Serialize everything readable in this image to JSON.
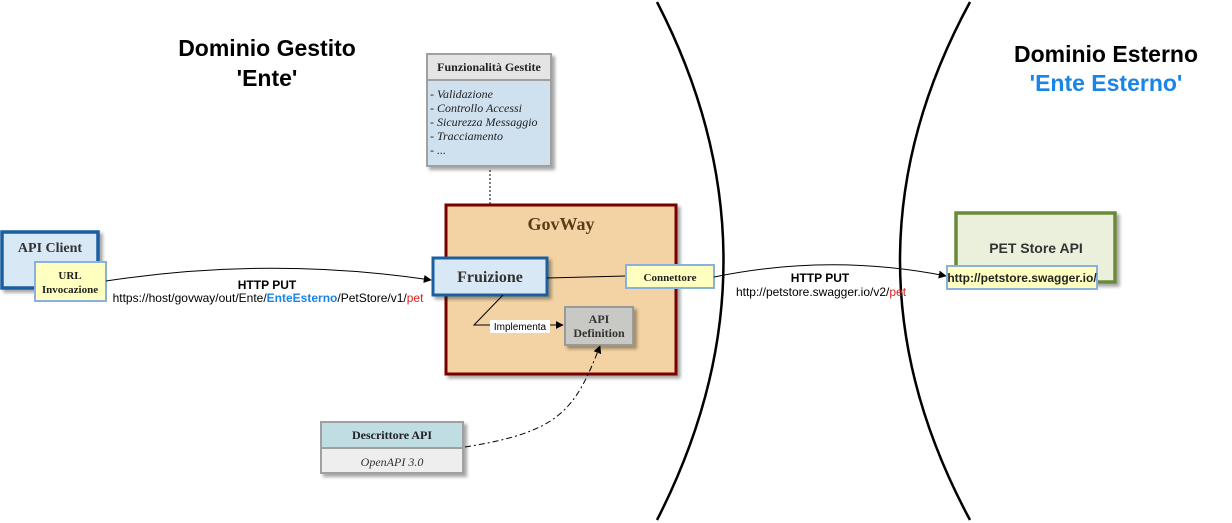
{
  "domains": {
    "managed_title": "Dominio Gestito",
    "managed_subtitle": "'Ente'",
    "external_title": "Dominio Esterno",
    "external_subtitle": "'Ente Esterno'"
  },
  "features_box": {
    "title": "Funzionalità Gestite",
    "items": [
      "- Validazione",
      "- Controllo Accessi",
      "- Sicurezza Messaggio",
      "- Tracciamento",
      "- ..."
    ]
  },
  "govway": {
    "title": "GovWay",
    "fruizione": "Fruizione",
    "connettore": "Connettore",
    "api_definition_line1": "API",
    "api_definition_line2": "Definition",
    "implementa": "Implementa"
  },
  "api_client": {
    "title": "API Client",
    "url_line1": "URL",
    "url_line2": "Invocazione"
  },
  "request_left": {
    "method": "HTTP PUT",
    "url_part1": "https://host/govway/out/Ente/",
    "url_part2": "EnteEsterno",
    "url_part3": "/PetStore/v1/",
    "url_part4": "pet"
  },
  "request_right": {
    "method": "HTTP PUT",
    "url_part1": "http://petstore.swagger.io/v2/",
    "url_part2": "pet"
  },
  "pet_store": {
    "title": "PET Store API",
    "url": "http://petstore.swagger.io/"
  },
  "descriptor": {
    "title": "Descrittore API",
    "value": "OpenAPI 3.0"
  },
  "colors": {
    "accent_blue": "#1a85e8",
    "accent_red": "#e02020",
    "dark_blue": "#1b5fa1",
    "dark_red": "#7a0000",
    "olive": "#6b8a3a"
  }
}
